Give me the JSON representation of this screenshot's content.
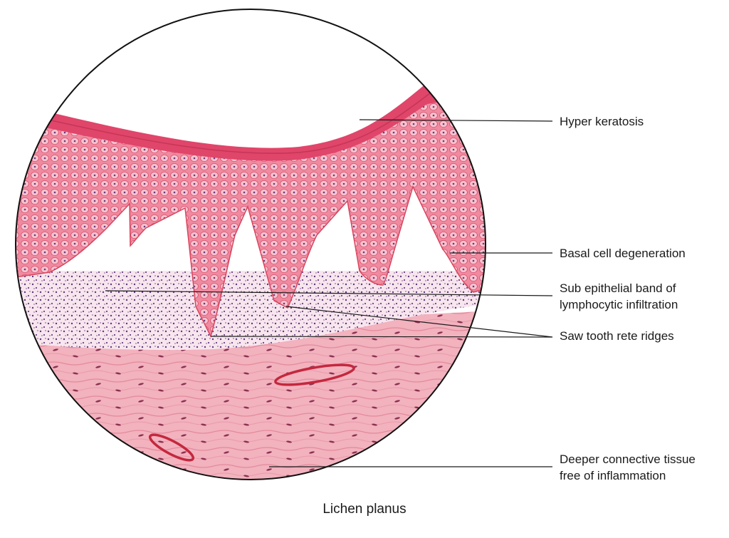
{
  "figure": {
    "caption": "Lichen planus",
    "labels": {
      "hyper_keratosis": "Hyper keratosis",
      "basal_cell_degeneration": "Basal cell degeneration",
      "sub_epithelial_band_line1": "Sub epithelial band of",
      "sub_epithelial_band_line2": "lymphocytic infiltration",
      "saw_tooth_rete_ridges": "Saw tooth rete ridges",
      "deeper_connective_line1": "Deeper connective tissue",
      "deeper_connective_line2": "free of inflammation"
    }
  },
  "colors": {
    "keratin": "#e0456a",
    "epithelium": "#ef8aa0",
    "infiltrate_bg": "#f8e6ee",
    "lymphocyte": "#5a3a7a",
    "connective": "#f2b2be",
    "vessel": "#c4283e"
  }
}
